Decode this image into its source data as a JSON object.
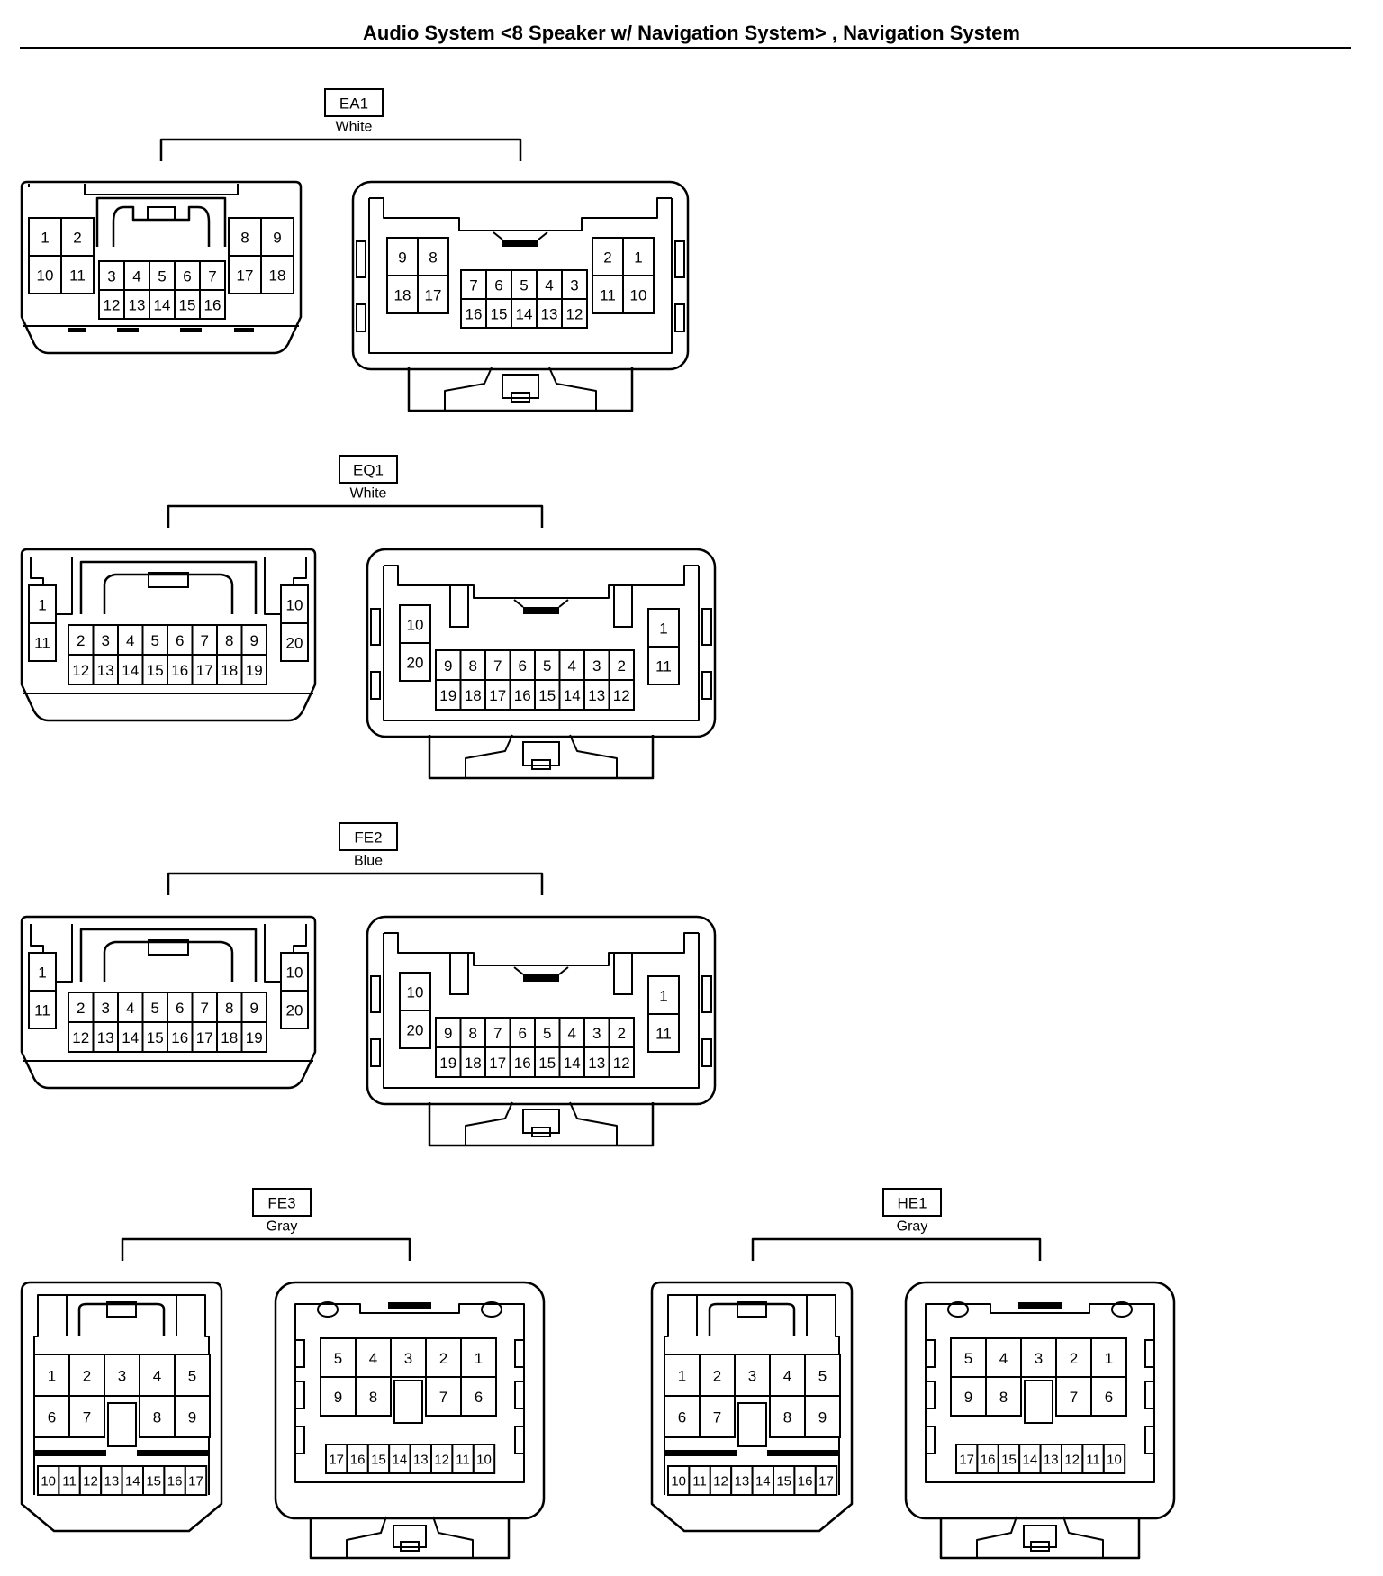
{
  "title": "Audio System <8 Speaker w/ Navigation System> , Navigation System",
  "colors": {
    "line": "#000000",
    "background": "#ffffff"
  },
  "connectors": [
    {
      "id": "EA1",
      "color_label": "White",
      "type": "rect18",
      "male_rows": [
        [
          "1",
          "2",
          "3",
          "4",
          "5",
          "6",
          "7",
          "8",
          "9"
        ],
        [
          "10",
          "11",
          "12",
          "13",
          "14",
          "15",
          "16",
          "17",
          "18"
        ]
      ],
      "female_rows": [
        [
          "9",
          "8",
          "7",
          "6",
          "5",
          "4",
          "3",
          "2",
          "1"
        ],
        [
          "18",
          "17",
          "16",
          "15",
          "14",
          "13",
          "12",
          "11",
          "10"
        ]
      ]
    },
    {
      "id": "EQ1",
      "color_label": "White",
      "type": "rect20",
      "male_rows": [
        [
          "1",
          "2",
          "3",
          "4",
          "5",
          "6",
          "7",
          "8",
          "9",
          "10"
        ],
        [
          "11",
          "12",
          "13",
          "14",
          "15",
          "16",
          "17",
          "18",
          "19",
          "20"
        ]
      ],
      "female_rows": [
        [
          "10",
          "9",
          "8",
          "7",
          "6",
          "5",
          "4",
          "3",
          "2",
          "1"
        ],
        [
          "20",
          "19",
          "18",
          "17",
          "16",
          "15",
          "14",
          "13",
          "12",
          "11"
        ]
      ]
    },
    {
      "id": "FE2",
      "color_label": "Blue",
      "type": "rect20",
      "male_rows": [
        [
          "1",
          "2",
          "3",
          "4",
          "5",
          "6",
          "7",
          "8",
          "9",
          "10"
        ],
        [
          "11",
          "12",
          "13",
          "14",
          "15",
          "16",
          "17",
          "18",
          "19",
          "20"
        ]
      ],
      "female_rows": [
        [
          "10",
          "9",
          "8",
          "7",
          "6",
          "5",
          "4",
          "3",
          "2",
          "1"
        ],
        [
          "20",
          "19",
          "18",
          "17",
          "16",
          "15",
          "14",
          "13",
          "12",
          "11"
        ]
      ]
    },
    {
      "id": "FE3",
      "color_label": "Gray",
      "type": "sq17",
      "male_rows": [
        [
          "1",
          "2",
          "3",
          "4",
          "5"
        ],
        [
          "6",
          "7",
          "8",
          "9"
        ],
        [
          "10",
          "11",
          "12",
          "13",
          "14",
          "15",
          "16",
          "17"
        ]
      ],
      "female_rows": [
        [
          "5",
          "4",
          "3",
          "2",
          "1"
        ],
        [
          "9",
          "8",
          "7",
          "6"
        ],
        [
          "17",
          "16",
          "15",
          "14",
          "13",
          "12",
          "11",
          "10"
        ]
      ]
    },
    {
      "id": "HE1",
      "color_label": "Gray",
      "type": "sq17",
      "male_rows": [
        [
          "1",
          "2",
          "3",
          "4",
          "5"
        ],
        [
          "6",
          "7",
          "8",
          "9"
        ],
        [
          "10",
          "11",
          "12",
          "13",
          "14",
          "15",
          "16",
          "17"
        ]
      ],
      "female_rows": [
        [
          "5",
          "4",
          "3",
          "2",
          "1"
        ],
        [
          "9",
          "8",
          "7",
          "6"
        ],
        [
          "17",
          "16",
          "15",
          "14",
          "13",
          "12",
          "11",
          "10"
        ]
      ]
    }
  ]
}
